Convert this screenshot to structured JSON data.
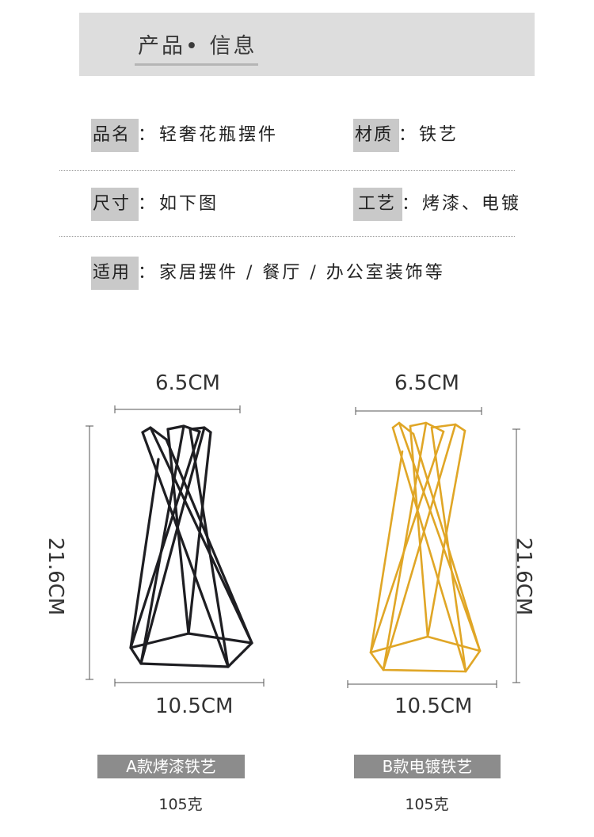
{
  "header": {
    "title": "产品• 信息"
  },
  "specs": {
    "name": {
      "label": "品名",
      "value": "轻奢花瓶摆件"
    },
    "material": {
      "label": "材质",
      "value": "铁艺"
    },
    "size": {
      "label": "尺寸",
      "value": "如下图"
    },
    "craft": {
      "label": "工艺",
      "value": "烤漆、电镀"
    },
    "usage": {
      "label": "适用",
      "value": "家居摆件 / 餐厅 / 办公室装饰等"
    }
  },
  "colon": "：",
  "products": [
    {
      "top_width": "6.5CM",
      "bottom_width": "10.5CM",
      "height": "21.6CM",
      "variant": "A款烤漆铁艺",
      "weight": "105克",
      "color": "#1e1e22"
    },
    {
      "top_width": "6.5CM",
      "bottom_width": "10.5CM",
      "height": "21.6CM",
      "variant": "B款电镀铁艺",
      "weight": "105克",
      "color": "#e0a626"
    }
  ],
  "colors": {
    "header_band": "#dddddd",
    "label_bg": "#c9c9c9",
    "variant_bg": "#8c8c8c"
  }
}
